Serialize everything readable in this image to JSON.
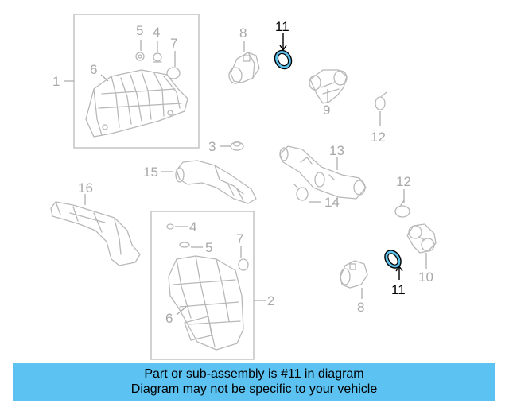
{
  "diagram": {
    "highlight_color": "#5bbfe8",
    "callouts": {
      "c1": "1",
      "c2": "2",
      "c3": "3",
      "c4a": "4",
      "c4b": "4",
      "c5a": "5",
      "c5b": "5",
      "c6a": "6",
      "c6b": "6",
      "c7a": "7",
      "c7b": "7",
      "c8a": "8",
      "c8b": "8",
      "c9": "9",
      "c10": "10",
      "c11a": "11",
      "c11b": "11",
      "c12a": "12",
      "c12b": "12",
      "c13": "13",
      "c14": "14",
      "c15": "15",
      "c16": "16"
    }
  },
  "banner": {
    "line1": "Part or sub-assembly is #11 in diagram",
    "line2": "Diagram may not be specific to your vehicle",
    "color": "#5bc2f2"
  }
}
